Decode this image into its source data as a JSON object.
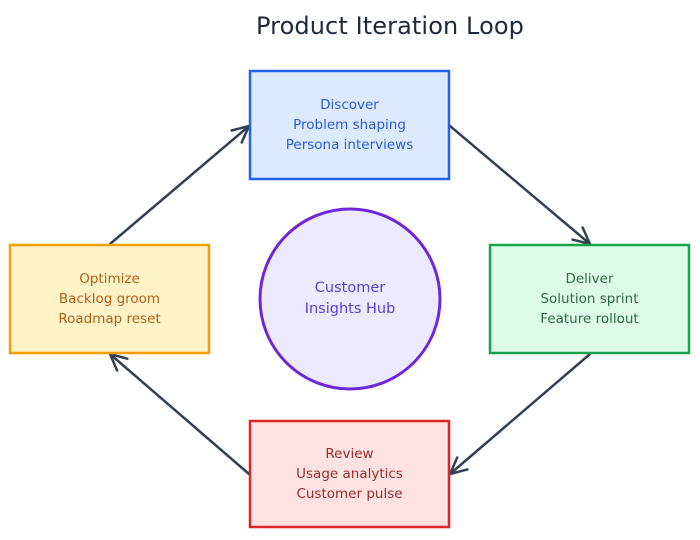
{
  "title": "Product Iteration Loop",
  "hub": {
    "lines": [
      "Customer",
      "Insights Hub"
    ],
    "stroke": "#6d28d9",
    "fill": "#ede9fe",
    "text_color": "#5b3fd4"
  },
  "nodes": [
    {
      "id": "discover",
      "lines": [
        "Discover",
        "Problem shaping",
        "Persona interviews"
      ],
      "stroke": "#2563eb",
      "fill": "#dbeafe",
      "text_color": "#2f5bd3"
    },
    {
      "id": "deliver",
      "lines": [
        "Deliver",
        "Solution sprint",
        "Feature rollout"
      ],
      "stroke": "#16a34a",
      "fill": "#dcfce7",
      "text_color": "#2f6b45"
    },
    {
      "id": "review",
      "lines": [
        "Review",
        "Usage analytics",
        "Customer pulse"
      ],
      "stroke": "#dc2626",
      "fill": "#fee2e2",
      "text_color": "#9b2c2c"
    },
    {
      "id": "optimize",
      "lines": [
        "Optimize",
        "Backlog groom",
        "Roadmap reset"
      ],
      "stroke": "#f59e0b",
      "fill": "#fef3c7",
      "text_color": "#b45f1a"
    }
  ],
  "edges": [
    {
      "from": "discover",
      "to": "deliver"
    },
    {
      "from": "deliver",
      "to": "review"
    },
    {
      "from": "review",
      "to": "optimize"
    },
    {
      "from": "optimize",
      "to": "discover"
    }
  ],
  "edge_color": "#334155"
}
